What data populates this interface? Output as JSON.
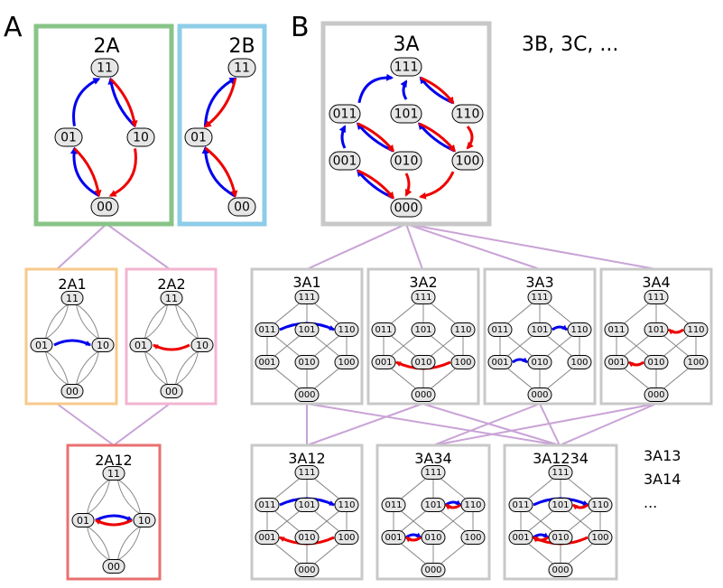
{
  "panels": {
    "a": "A",
    "b": "B"
  },
  "titles": {
    "2A": "2A",
    "2B": "2B",
    "3A": "3A",
    "2A1": "2A1",
    "2A2": "2A2",
    "2A12": "2A12",
    "3A1": "3A1",
    "3A2": "3A2",
    "3A3": "3A3",
    "3A4": "3A4",
    "3A12": "3A12",
    "3A34": "3A34",
    "3A1234": "3A1234"
  },
  "notes": {
    "top_right": "3B, 3C, ...",
    "bottom_right": [
      "3A13",
      "3A14",
      "..."
    ]
  },
  "node_labels_2bit": [
    "11",
    "01",
    "10",
    "00"
  ],
  "node_labels_3bit": [
    "111",
    "011",
    "101",
    "110",
    "001",
    "010",
    "100",
    "000"
  ],
  "colors": {
    "activation": "#0000ee",
    "inhibition": "#ee0000",
    "node_fill": "#e6e6e6",
    "box_2A": "#88c488",
    "box_2B": "#8ecde8",
    "box_2A1": "#f7c98a",
    "box_2A2": "#f3b4d0",
    "box_2A12": "#e87070",
    "box_3bit": "#c8c8c8",
    "hierarchy_lines": "#c9a3d6"
  }
}
